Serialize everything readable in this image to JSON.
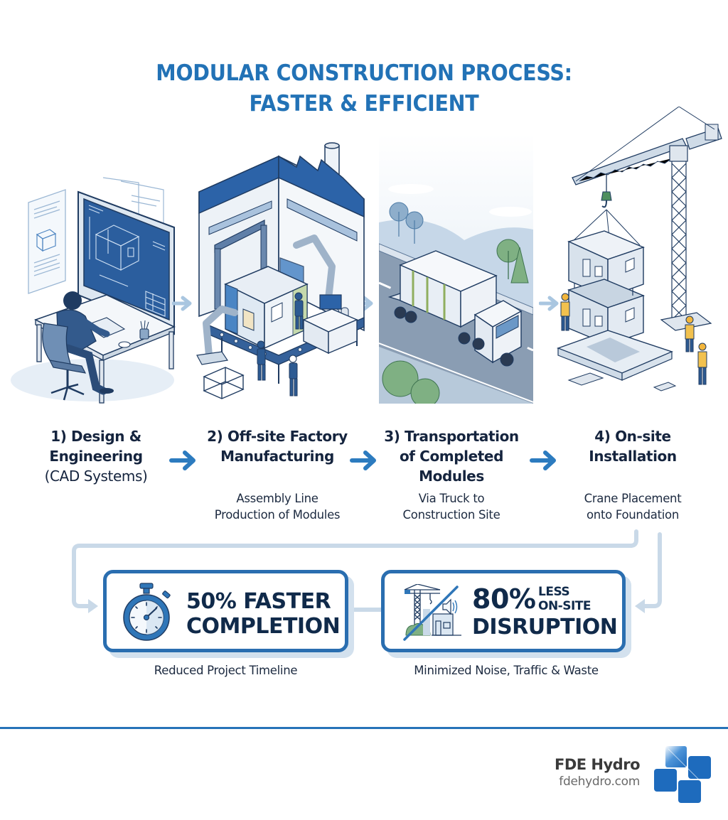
{
  "header": {
    "title_line1": "MODULAR CONSTRUCTION PROCESS:",
    "title_line2": "FASTER & EFFICIENT"
  },
  "steps": [
    {
      "number": "1)",
      "title_line1": "1) Design &",
      "title_line2": "Engineering",
      "title_line3": "(CAD Systems)",
      "subtitle_line1": "",
      "subtitle_line2": "",
      "illustration": "engineer-at-cad-workstation"
    },
    {
      "number": "2)",
      "title_line1": "2) Off-site Factory",
      "title_line2": "Manufacturing",
      "subtitle_line1": "Assembly Line",
      "subtitle_line2": "Production of Modules",
      "illustration": "factory-assembly-line"
    },
    {
      "number": "3)",
      "title_line1": "3) Transportation",
      "title_line2": "of Completed",
      "title_line3": "Modules",
      "subtitle_line1": "Via Truck to",
      "subtitle_line2": "Construction Site",
      "illustration": "truck-carrying-module"
    },
    {
      "number": "4)",
      "title_line1": "4) On-site",
      "title_line2": "Installation",
      "subtitle_line1": "Crane Placement",
      "subtitle_line2": "onto Foundation",
      "illustration": "crane-placing-modules"
    }
  ],
  "stats": [
    {
      "value_line1": "50% FASTER",
      "value_line2": "COMPLETION",
      "caption": "Reduced Project Timeline",
      "icon": "stopwatch-icon"
    },
    {
      "value": "80%",
      "small_line1": "LESS",
      "small_line2": "ON-SITE",
      "value_line2": "DISRUPTION",
      "caption": "Minimized Noise, Traffic & Waste",
      "icon": "reduced-disruption-icon"
    }
  ],
  "footer": {
    "brand_name": "FDE Hydro",
    "brand_url": "fdehydro.com"
  },
  "colors": {
    "accent": "#2272b6",
    "dark_text": "#15243e",
    "box_border": "#2a6eb0",
    "connector": "#c9d9e8",
    "divider": "#2673b8"
  }
}
